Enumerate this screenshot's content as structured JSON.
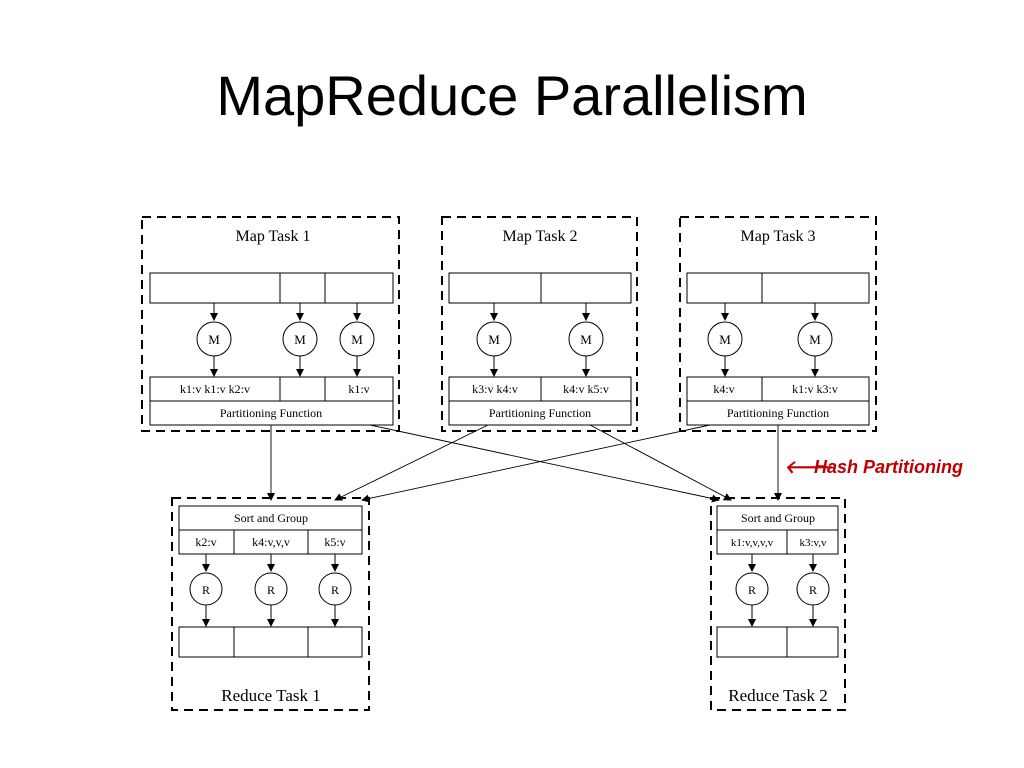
{
  "slide": {
    "title": "MapReduce Parallelism"
  },
  "colors": {
    "annotation": "#c00000",
    "ink": "#000000"
  },
  "map_tasks": [
    {
      "title": "Map Task 1",
      "mapper_label": "M",
      "keys": [
        "k1:v k1:v k2:v",
        "",
        "k1:v"
      ],
      "partition_label": "Partitioning Function"
    },
    {
      "title": "Map Task 2",
      "mapper_label": "M",
      "keys": [
        "k3:v k4:v",
        "k4:v k5:v"
      ],
      "partition_label": "Partitioning Function"
    },
    {
      "title": "Map Task 3",
      "mapper_label": "M",
      "keys": [
        "k4:v",
        "k1:v k3:v"
      ],
      "partition_label": "Partitioning Function"
    }
  ],
  "reduce_tasks": [
    {
      "title": "Reduce Task 1",
      "sort_label": "Sort and Group",
      "keys": [
        "k2:v",
        "k4:v,v,v",
        "k5:v"
      ],
      "reducer_label": "R"
    },
    {
      "title": "Reduce Task 2",
      "sort_label": "Sort and Group",
      "keys": [
        "k1:v,v,v,v",
        "k3:v,v"
      ],
      "reducer_label": "R"
    }
  ],
  "annotation": {
    "arrow_glyph": "🡐",
    "text": "Hash Partitioning"
  }
}
